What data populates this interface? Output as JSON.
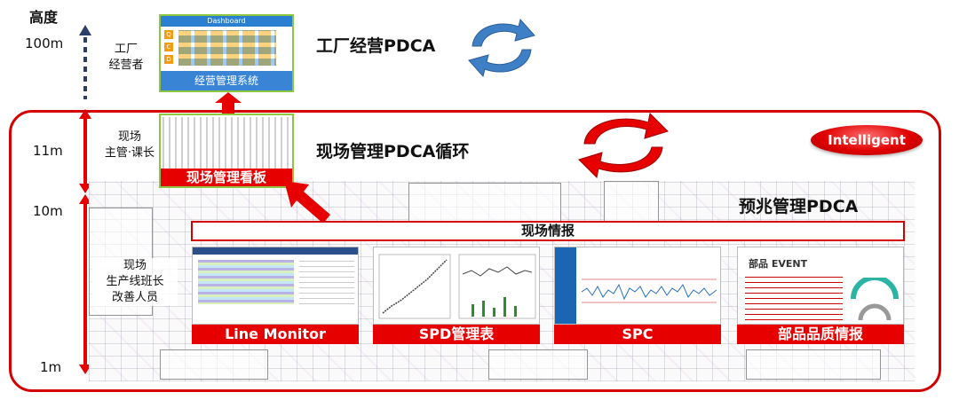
{
  "height_axis": {
    "title": "高度",
    "levels": [
      "100m",
      "11m",
      "10m",
      "1m"
    ]
  },
  "roles": {
    "top": "工厂\n经营者",
    "middle": "现场\n主管·课长",
    "bottom": "现场\n生产线班长\n改善人员"
  },
  "headings": {
    "factory_pdca": "工厂经营PDCA",
    "field_pdca": "现场管理PDCA循环",
    "predict_pdca": "预兆管理PDCA",
    "intelligent": "Intelligent"
  },
  "dashboard": {
    "header": "Dashboard",
    "footer": "经营管理系统",
    "side_letters": [
      "Q",
      "C",
      "D"
    ]
  },
  "field_board": {
    "label": "现场管理看板"
  },
  "field_info": {
    "label": "现场情报"
  },
  "screens": [
    {
      "label": "Line Monitor"
    },
    {
      "label": "SPD管理表"
    },
    {
      "label": "SPC"
    },
    {
      "label": "部品品质情报",
      "logo": "部品 EVENT"
    }
  ],
  "colors": {
    "red": "#e60000",
    "blue_cycle": "#3f7fc6",
    "green_border": "#8dc73f"
  }
}
